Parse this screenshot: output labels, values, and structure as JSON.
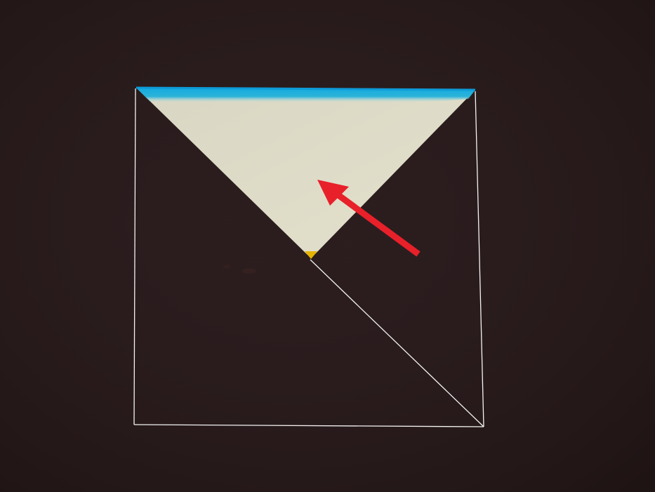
{
  "scene": {
    "subject": "origami-fold-step",
    "colors": {
      "background": "#2b1d1e",
      "paper_face": "#dcd9c4",
      "paper_edge_stripe": "#1fa6d6",
      "paper_tip": "#e6b300",
      "guide_lines": "#ffffff",
      "arrow": "#e8202a"
    },
    "elements": {
      "folded_flap": "triangle-flap",
      "outline": "square-outline-with-diagonal",
      "indicator": "fold-direction-arrow"
    }
  }
}
